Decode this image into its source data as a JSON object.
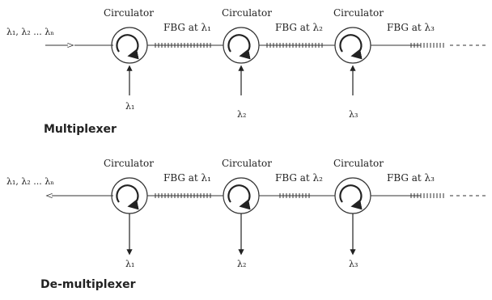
{
  "multiplexer": {
    "section_label": "Multiplexer",
    "input_label": "λ₁, λ₂ ... λₙ",
    "circulator_labels": [
      "Circulator",
      "Circulator",
      "Circulator"
    ],
    "fbg_labels": [
      "FBG at λ₁",
      "FBG at λ₂",
      "FBG at λ₃"
    ],
    "port_labels": [
      "λ₁",
      "λ₂",
      "λ₃"
    ]
  },
  "demultiplexer": {
    "section_label": "De-multiplexer",
    "output_label": "λ₁, λ₂ ... λₙ",
    "circulator_labels": [
      "Circulator",
      "Circulator",
      "Circulator"
    ],
    "fbg_labels": [
      "FBG at λ₁",
      "FBG at λ₂",
      "FBG at λ₃"
    ],
    "port_labels": [
      "λ₁",
      "λ₂",
      "λ₃"
    ]
  }
}
